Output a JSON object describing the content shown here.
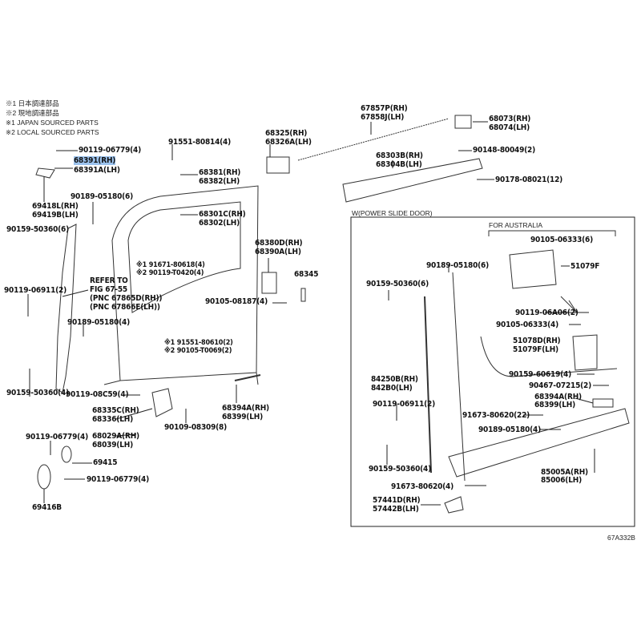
{
  "notes": [
    "※1  日本調達部品",
    "※2  現地調達部品",
    "※1  JAPAN SOURCED PARTS",
    "※2  LOCAL SOURCED PARTS"
  ],
  "highlight_color": "#9cc3ee",
  "left": {
    "p1": "90119-06779(4)",
    "p2a": "68391(RH)",
    "p2b": "68391A(LH)",
    "p3a": "69418L(RH)",
    "p3b": "69419B(LH)",
    "p4": "90189-05180(6)",
    "p5": "90159-50360(6)",
    "p6": "91551-80814(4)",
    "p7a": "68325(RH)",
    "p7b": "68326A(LH)",
    "p8a": "68381(RH)",
    "p8b": "68382(LH)",
    "p9a": "68301C(RH)",
    "p9b": "68302(LH)",
    "p10a": "68380D(RH)",
    "p10b": "68390A(LH)",
    "p11a": "※1 91671-80618(4)",
    "p11b": "※2 90119-T0420(4)",
    "p12": "68345",
    "ref1": "REFER TO",
    "ref2": "FIG 67-55",
    "ref3": "(PNC 67865D(RH))",
    "ref4": "(PNC 67866E(LH))",
    "p13": "90119-06911(2)",
    "p14": "90105-08187(4)",
    "p15": "90189-05180(4)",
    "p16a": "※1 91551-80610(2)",
    "p16b": "※2 90105-T0069(2)",
    "p17": "90159-50360(4)",
    "p18": "90119-08C59(4)",
    "p19a": "68335C(RH)",
    "p19b": "68336(LH)",
    "p20a": "68394A(RH)",
    "p20b": "68399(LH)",
    "p21": "90109-08309(8)",
    "p22": "90119-06779(4)",
    "p23a": "68029A(RH)",
    "p23b": "68039(LH)",
    "p24": "69415",
    "p25": "90119-06779(4)",
    "p26": "69416B"
  },
  "right": {
    "r1a": "67857P(RH)",
    "r1b": "67858J(LH)",
    "r2a": "68073(RH)",
    "r2b": "68074(LH)",
    "r3a": "68303B(RH)",
    "r3b": "68304B(LH)",
    "r4": "90148-80049(2)",
    "r5": "90178-08021(12)",
    "box_title": "W(POWER SLIDE DOOR)",
    "aus_title": "FOR AUSTRALIA",
    "r6": "90105-06333(6)",
    "r7": "51079F",
    "r8": "90189-05180(6)",
    "r9": "90159-50360(6)",
    "r10": "90119-06A06(2)",
    "r11": "90105-06333(4)",
    "r12a": "51078D(RH)",
    "r12b": "51079F(LH)",
    "r13": "90159-60619(4)",
    "r14": "90467-07215(2)",
    "r15a": "84250B(RH)",
    "r15b": "842B0(LH)",
    "r16a": "68394A(RH)",
    "r16b": "68399(LH)",
    "r17": "90119-06911(2)",
    "r18": "91673-80620(22)",
    "r19": "90189-05180(4)",
    "r20": "90159-50360(4)",
    "r21a": "85005A(RH)",
    "r21b": "85006(LH)",
    "r22": "91673-80620(4)",
    "r23a": "57441D(RH)",
    "r23b": "57442B(LH)"
  },
  "figure_id": "67A332B"
}
